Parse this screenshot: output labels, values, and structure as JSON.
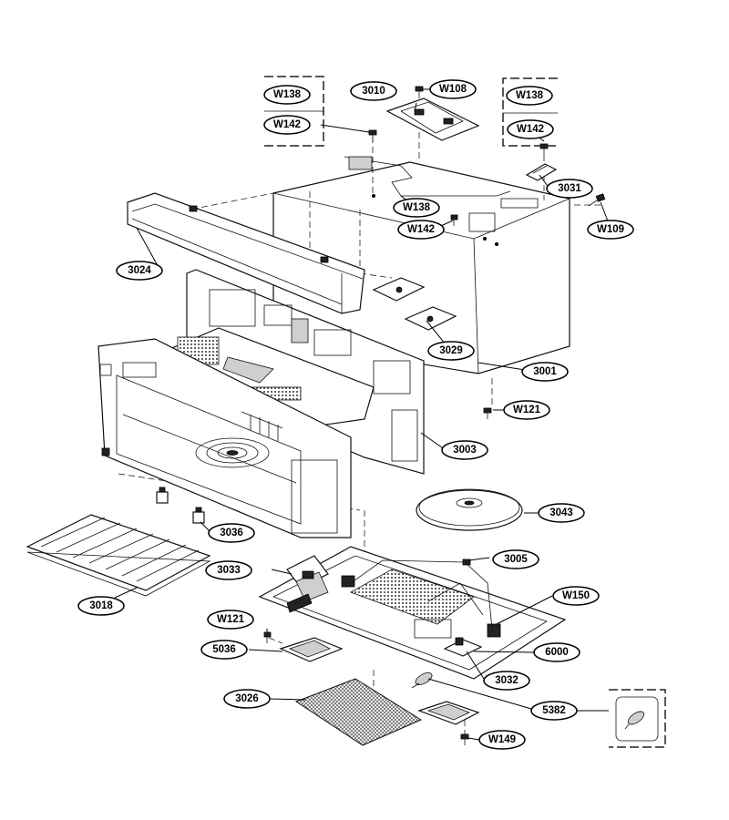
{
  "diagram": {
    "callouts": [
      {
        "id": "w138-left",
        "label": "W138"
      },
      {
        "id": "w142-left",
        "label": "W142"
      },
      {
        "id": "3010",
        "label": "3010"
      },
      {
        "id": "w108",
        "label": "W108"
      },
      {
        "id": "w138-right",
        "label": "W138"
      },
      {
        "id": "w142-right",
        "label": "W142"
      },
      {
        "id": "3031",
        "label": "3031"
      },
      {
        "id": "w138-mid",
        "label": "W138"
      },
      {
        "id": "w142-mid",
        "label": "W142"
      },
      {
        "id": "w109",
        "label": "W109"
      },
      {
        "id": "3024",
        "label": "3024"
      },
      {
        "id": "3029",
        "label": "3029"
      },
      {
        "id": "3001",
        "label": "3001"
      },
      {
        "id": "w121-top",
        "label": "W121"
      },
      {
        "id": "3003",
        "label": "3003"
      },
      {
        "id": "3043",
        "label": "3043"
      },
      {
        "id": "3036",
        "label": "3036"
      },
      {
        "id": "3005",
        "label": "3005"
      },
      {
        "id": "3033",
        "label": "3033"
      },
      {
        "id": "w150",
        "label": "W150"
      },
      {
        "id": "3018",
        "label": "3018"
      },
      {
        "id": "w121-bottom",
        "label": "W121"
      },
      {
        "id": "5036",
        "label": "5036"
      },
      {
        "id": "6000",
        "label": "6000"
      },
      {
        "id": "3032",
        "label": "3032"
      },
      {
        "id": "3026",
        "label": "3026"
      },
      {
        "id": "5382",
        "label": "5382"
      },
      {
        "id": "w149",
        "label": "W149"
      }
    ]
  }
}
